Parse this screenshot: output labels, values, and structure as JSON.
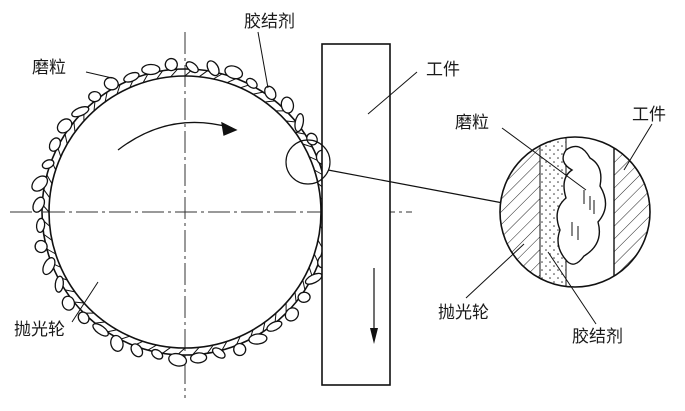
{
  "labels": {
    "abrasive_grain": "磨粒",
    "binder": "胶结剂",
    "workpiece": "工件",
    "polishing_wheel": "抛光轮"
  },
  "detail_labels": {
    "abrasive_grain": "磨粒",
    "workpiece": "工件",
    "polishing_wheel": "抛光轮",
    "binder": "胶结剂"
  }
}
